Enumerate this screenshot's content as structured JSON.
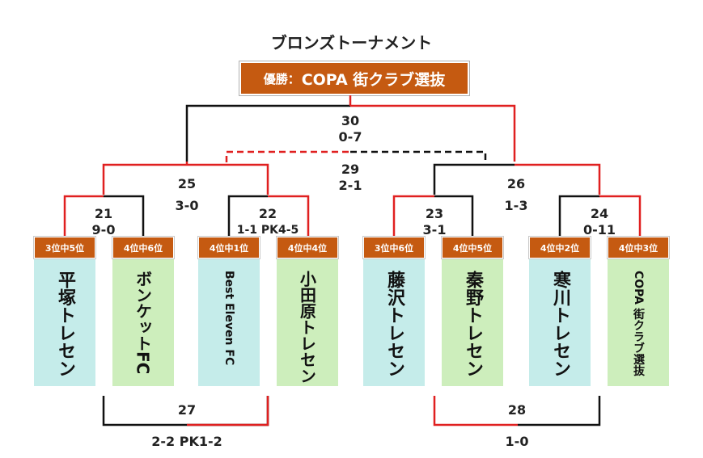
{
  "title": "ブロンズトーナメント",
  "champion": {
    "prefix": "優勝：",
    "name": "COPA 街クラブ選抜"
  },
  "teams": [
    {
      "rank": "3位中5位",
      "name": "平塚トレセン"
    },
    {
      "rank": "4位中6位",
      "name": "ボンケットFC"
    },
    {
      "rank": "4位中1位",
      "name": "Best Eleven FC"
    },
    {
      "rank": "4位中4位",
      "name": "小田原トレセン"
    },
    {
      "rank": "3位中6位",
      "name": "藤沢トレセン"
    },
    {
      "rank": "4位中5位",
      "name": "秦野トレセン"
    },
    {
      "rank": "4位中2位",
      "name": "寒川トレセン"
    },
    {
      "rank": "4位中3位",
      "name": "COPA 街クラブ選抜"
    }
  ],
  "matches": {
    "m21": {
      "no": "21",
      "score": "9-0"
    },
    "m22": {
      "no": "22",
      "score": "1-1 PK4-5"
    },
    "m23": {
      "no": "23",
      "score": "3-1"
    },
    "m24": {
      "no": "24",
      "score": "0-11"
    },
    "m25": {
      "no": "25",
      "score": "3-0"
    },
    "m26": {
      "no": "26",
      "score": "1-3"
    },
    "m27": {
      "no": "27",
      "score": "2-2 PK1-2"
    },
    "m28": {
      "no": "28",
      "score": "1-0"
    },
    "m29": {
      "no": "29",
      "score": "2-1"
    },
    "m30": {
      "no": "30",
      "score": "0-7"
    }
  },
  "colors": {
    "accent": "#c55a11",
    "winner_line": "#e02020",
    "loser_line": "#111111",
    "teal": "#c5ecea",
    "green": "#cdeebc"
  }
}
